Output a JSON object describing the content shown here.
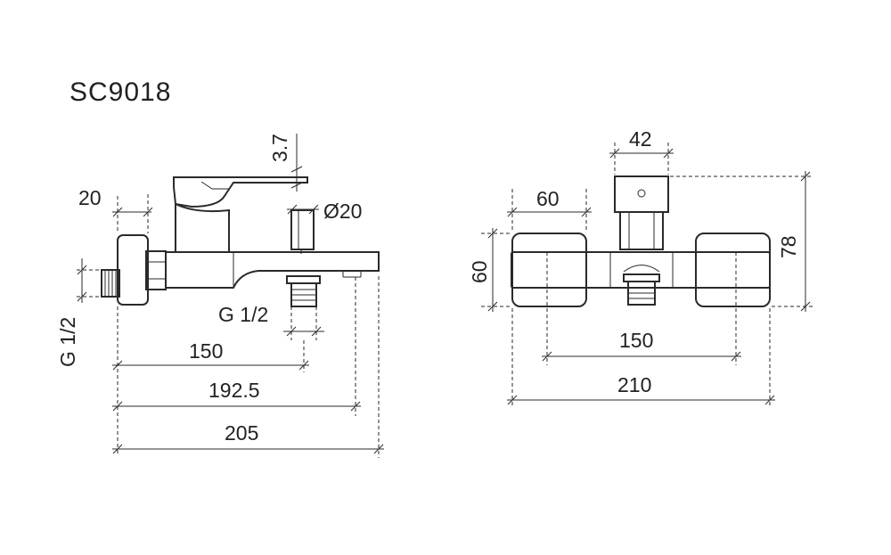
{
  "title": "SC9018",
  "side_view": {
    "dims": {
      "lever_thickness": "3.7",
      "inlet_offset": "20",
      "diverter_diameter": "Ø20",
      "outlet_thread": "G 1/2",
      "inlet_thread": "G 1/2",
      "to_outlet": "150",
      "to_spout_tip": "192.5",
      "total_length": "205"
    }
  },
  "front_view": {
    "dims": {
      "lever_width": "42",
      "escutcheon_width": "60",
      "escutcheon_height": "60",
      "total_height": "78",
      "centers": "150",
      "total_width": "210"
    }
  },
  "colors": {
    "line": "#2a2a2a",
    "text": "#222222",
    "background": "#ffffff"
  }
}
